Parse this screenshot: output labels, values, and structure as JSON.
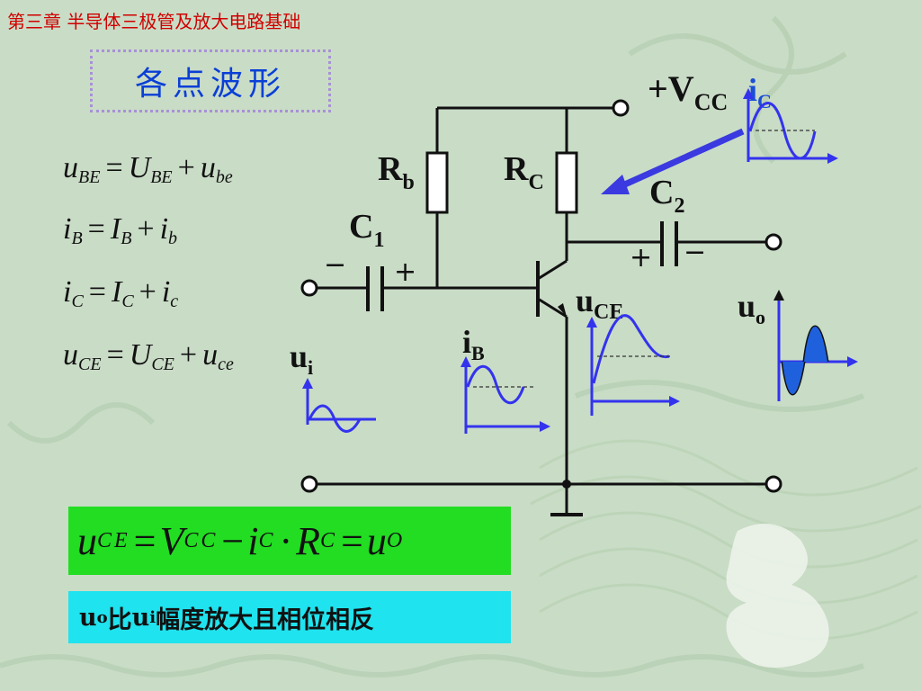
{
  "header": {
    "chapter": "第三章  半导体三极管及放大电路基础"
  },
  "slide": {
    "title": "各点波形"
  },
  "equations": [
    {
      "v": "u",
      "vs": "BE",
      "dc": "U",
      "dcs": "BE",
      "ac": "u",
      "acs": "be"
    },
    {
      "v": "i",
      "vs": "B",
      "dc": "I",
      "dcs": "B",
      "ac": "i",
      "acs": "b"
    },
    {
      "v": "i",
      "vs": "C",
      "dc": "I",
      "dcs": "C",
      "ac": "i",
      "acs": "c"
    },
    {
      "v": "u",
      "vs": "CE",
      "dc": "U",
      "dcs": "CE",
      "ac": "u",
      "acs": "ce"
    }
  ],
  "ops": {
    "eq": "=",
    "plus": "+",
    "minus": "−",
    "dot": "·"
  },
  "green_formula": {
    "u": "u",
    "ce": "CE",
    "V": "V",
    "cc": "CC",
    "i": "i",
    "c": "C",
    "R": "R",
    "rc": "C",
    "uo": "u",
    "o": "O"
  },
  "conclusion": {
    "uo": "u",
    "o": "o",
    "cmp": "比",
    "ui": "u",
    "i": "i",
    "rest": "幅度放大且相位相反"
  },
  "labels": {
    "vcc": "+V",
    "vcc_sub": "CC",
    "ic": "i",
    "ic_sub": "C",
    "rb": "R",
    "rb_sub": "b",
    "rc": "R",
    "rc_sub": "C",
    "c1": "C",
    "c1_sub": "1",
    "c2": "C",
    "c2_sub": "2",
    "uce": "u",
    "uce_sub": "CE",
    "uo": "u",
    "uo_sub": "o",
    "ui": "u",
    "ui_sub": "i",
    "ib": "i",
    "ib_sub": "B",
    "c1_minus": "−",
    "c1_plus": "+",
    "c2_plus": "+",
    "c2_minus": "−"
  },
  "colors": {
    "waveform": "#3333ee",
    "arrow": "#3a3ae0",
    "ic_label": "#1a4fd6",
    "title": "#0a3fd6",
    "chapter": "#d00000"
  }
}
